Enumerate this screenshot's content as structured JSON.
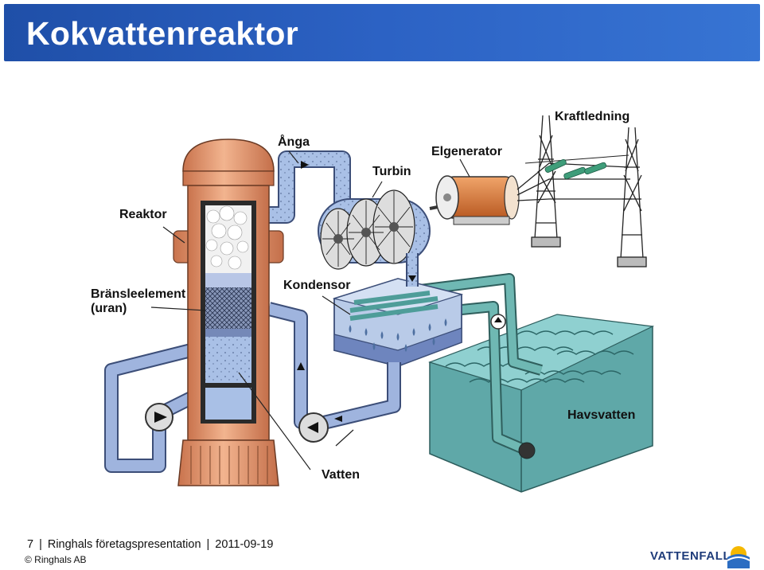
{
  "slide": {
    "title": "Kokvattenreaktor"
  },
  "diagram": {
    "labels": {
      "reaktor": "Reaktor",
      "bransleelement_line1": "Bränsleelement",
      "bransleelement_line2": "(uran)",
      "anga": "Ånga",
      "turbin": "Turbin",
      "elgenerator": "Elgenerator",
      "kraftledning": "Kraftledning",
      "kondensor": "Kondensor",
      "havsvatten": "Havsvatten",
      "vatten": "Vatten"
    },
    "colors": {
      "reactor": "#e8a07a",
      "pipe": "#a9c0e6",
      "sea": "#5fa8a8",
      "seawater_pipe": "#5fa7a3",
      "generator": "#d9783a"
    }
  },
  "footer": {
    "page_number": "7",
    "separator": "|",
    "company": "Ringhals företagspresentation",
    "date": "2011-09-19",
    "copyright": "© Ringhals AB"
  },
  "logo": {
    "text": "VATTENFALL",
    "icon": "vattenfall-sun-wave-icon"
  }
}
